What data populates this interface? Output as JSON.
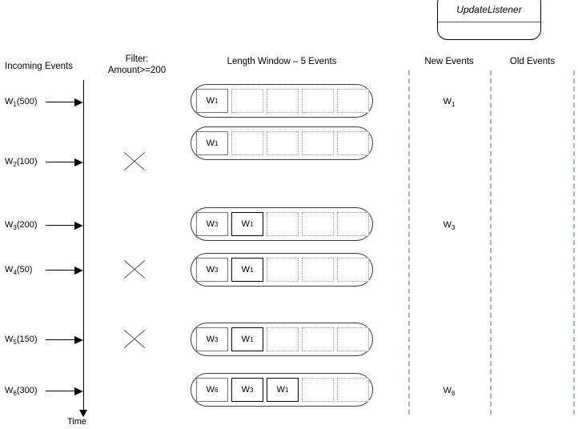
{
  "diagram": {
    "title": "Length Window - 5 Events (EPL length window diagram)",
    "columns": {
      "incoming_events_header": "Incoming Events",
      "filter_header_line1": "Filter:",
      "filter_header_line2": "Amount>=200",
      "window_header": "Length Window – 5 Events",
      "new_events_header": "New Events",
      "old_events_header": "Old Events"
    },
    "time_axis_label": "Time",
    "listener": {
      "name": "UpdateListener"
    },
    "window_capacity": 5,
    "rows": [
      {
        "event_label": "W",
        "event_sub": "1",
        "event_amount": "(500)",
        "filtered_out": false,
        "window_slots": [
          "W1",
          "",
          "",
          "",
          ""
        ],
        "new_event": "W",
        "new_event_sub": "1",
        "old_event": "",
        "old_event_sub": ""
      },
      {
        "event_label": "W",
        "event_sub": "2",
        "event_amount": "(100)",
        "filtered_out": true,
        "window_slots": [
          "W1",
          "",
          "",
          "",
          ""
        ],
        "new_event": "",
        "new_event_sub": "",
        "old_event": "",
        "old_event_sub": ""
      },
      {
        "event_label": "W",
        "event_sub": "3",
        "event_amount": "(200)",
        "filtered_out": false,
        "window_slots": [
          "W3",
          "W1",
          "",
          "",
          ""
        ],
        "new_event": "W",
        "new_event_sub": "3",
        "old_event": "",
        "old_event_sub": ""
      },
      {
        "event_label": "W",
        "event_sub": "4",
        "event_amount": "(50)",
        "filtered_out": true,
        "window_slots": [
          "W3",
          "W1",
          "",
          "",
          ""
        ],
        "new_event": "",
        "new_event_sub": "",
        "old_event": "",
        "old_event_sub": ""
      },
      {
        "event_label": "W",
        "event_sub": "5",
        "event_amount": "(150)",
        "filtered_out": true,
        "window_slots": [
          "W3",
          "W1",
          "",
          "",
          ""
        ],
        "new_event": "",
        "new_event_sub": "",
        "old_event": "",
        "old_event_sub": ""
      },
      {
        "event_label": "W",
        "event_sub": "6",
        "event_amount": "(300)",
        "filtered_out": false,
        "window_slots": [
          "W6",
          "W3",
          "W1",
          "",
          ""
        ],
        "new_event": "W",
        "new_event_sub": "6",
        "old_event": "",
        "old_event_sub": ""
      }
    ],
    "colors": {
      "line": "#000000",
      "window_border": "#3a3a3a",
      "empty_slot_border": "#9a9a9a",
      "separator_dash": "#a7b0c4"
    }
  }
}
